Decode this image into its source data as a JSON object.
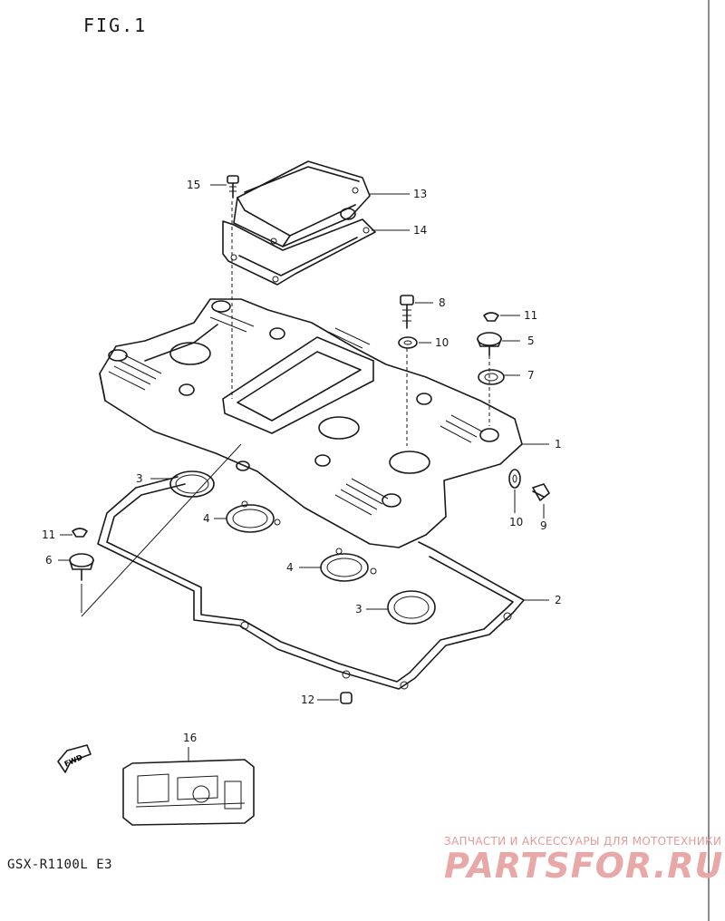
{
  "figure": {
    "title": "FIG.1",
    "model": "GSX-R1100L E3"
  },
  "callouts": [
    {
      "id": "c1",
      "label": "1"
    },
    {
      "id": "c2",
      "label": "2"
    },
    {
      "id": "c3a",
      "label": "3"
    },
    {
      "id": "c3b",
      "label": "3"
    },
    {
      "id": "c4a",
      "label": "4"
    },
    {
      "id": "c4b",
      "label": "4"
    },
    {
      "id": "c5",
      "label": "5"
    },
    {
      "id": "c6",
      "label": "6"
    },
    {
      "id": "c7",
      "label": "7"
    },
    {
      "id": "c8",
      "label": "8"
    },
    {
      "id": "c9",
      "label": "9"
    },
    {
      "id": "c10a",
      "label": "10"
    },
    {
      "id": "c10b",
      "label": "10"
    },
    {
      "id": "c11a",
      "label": "11"
    },
    {
      "id": "c11b",
      "label": "11"
    },
    {
      "id": "c12",
      "label": "12"
    },
    {
      "id": "c13",
      "label": "13"
    },
    {
      "id": "c14",
      "label": "14"
    },
    {
      "id": "c15",
      "label": "15"
    },
    {
      "id": "c16",
      "label": "16"
    }
  ],
  "forward_arrow": {
    "label": "FWD"
  },
  "watermark": {
    "tagline": "ЗАПЧАСТИ И АКСЕССУАРЫ ДЛЯ МОТОТЕХНИКИ",
    "logo": "PARTSFOR.RU",
    "color": "#e8a8a8"
  }
}
